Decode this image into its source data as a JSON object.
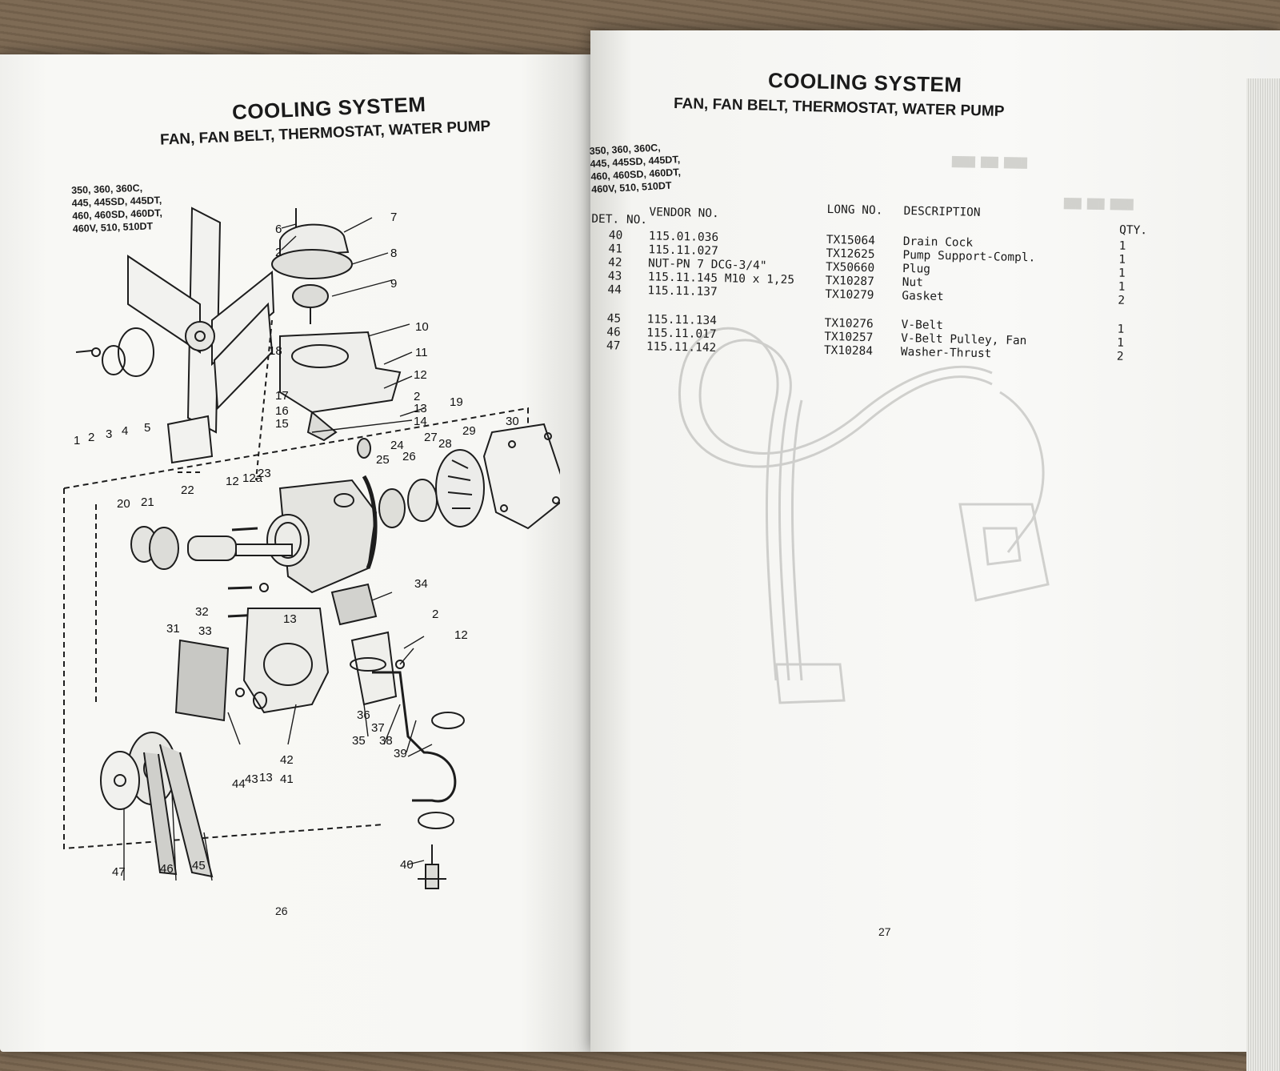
{
  "left_page": {
    "title": "COOLING SYSTEM",
    "subtitle": "FAN, FAN BELT, THERMOSTAT, WATER PUMP",
    "models": [
      "350, 360, 360C,",
      "445, 445SD, 445DT,",
      "460, 460SD, 460DT,",
      "460V, 510, 510DT"
    ],
    "page_number": "26",
    "callouts": [
      "1",
      "2",
      "3",
      "4",
      "5",
      "6",
      "2",
      "7",
      "8",
      "9",
      "10",
      "11",
      "12",
      "18",
      "17",
      "16",
      "2",
      "13",
      "14",
      "15",
      "19",
      "24",
      "27",
      "28",
      "29",
      "30",
      "25",
      "26",
      "12",
      "12a",
      "23",
      "22",
      "20",
      "21",
      "13",
      "32",
      "31",
      "33",
      "34",
      "2",
      "12",
      "36",
      "37",
      "35",
      "38",
      "39",
      "42",
      "44",
      "43",
      "13",
      "41",
      "47",
      "46",
      "45",
      "40"
    ]
  },
  "right_page": {
    "title": "COOLING SYSTEM",
    "subtitle": "FAN, FAN BELT, THERMOSTAT, WATER PUMP",
    "models": [
      "350, 360, 360C,",
      "445, 445SD, 445DT,",
      "460, 460SD, 460DT,",
      "460V, 510, 510DT"
    ],
    "page_number": "27",
    "table": {
      "headers": {
        "det_no": "DET. NO.",
        "vendor_no": "VENDOR NO.",
        "long_no": "LONG NO.",
        "description": "DESCRIPTION",
        "qty": "QTY."
      },
      "rows": [
        {
          "det": "40",
          "vendor": "115.01.036",
          "long": "TX15064",
          "desc": "Drain Cock",
          "qty": "1"
        },
        {
          "det": "41",
          "vendor": "115.11.027",
          "long": "TX12625",
          "desc": "Pump Support-Compl.",
          "qty": "1"
        },
        {
          "det": "42",
          "vendor": "NUT-PN 7 DCG-3/4\"",
          "long": "TX50660",
          "desc": "Plug",
          "qty": "1"
        },
        {
          "det": "43",
          "vendor": "115.11.145 M10 x 1,25",
          "long": "TX10287",
          "desc": "Nut",
          "qty": "1"
        },
        {
          "det": "44",
          "vendor": "115.11.137",
          "long": "TX10279",
          "desc": "Gasket",
          "qty": "2"
        },
        {
          "det": "45",
          "vendor": "115.11.134",
          "long": "TX10276",
          "desc": "V-Belt",
          "qty": "1"
        },
        {
          "det": "46",
          "vendor": "115.11.017",
          "long": "TX10257",
          "desc": "V-Belt Pulley, Fan",
          "qty": "1"
        },
        {
          "det": "47",
          "vendor": "115.11.142",
          "long": "TX10284",
          "desc": "Washer-Thrust",
          "qty": "2"
        }
      ]
    }
  }
}
